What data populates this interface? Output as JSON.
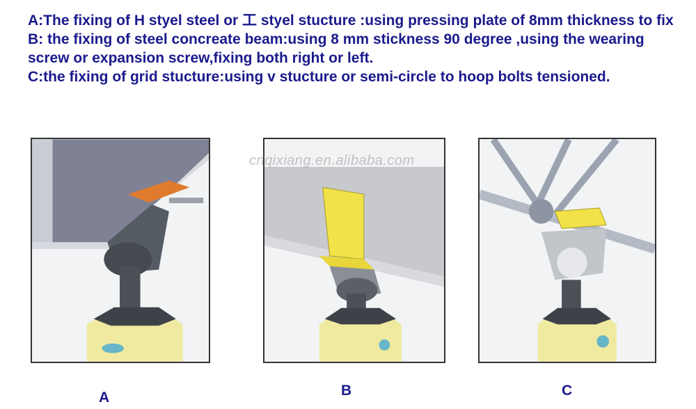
{
  "description_lines": [
    "A:The fixing of H styel steel or 工 styel stucture :using pressing plate of 8mm thickness to fix",
    "B: the fixing of steel concreate beam:using 8 mm stickness 90 degree ,using the wearing screw or expansion screw,fixing both right or left.",
    "C:the fixing of grid stucture:using v stucture or semi-circle to hoop bolts tensioned."
  ],
  "watermark": "cnqixiang.en.alibaba.com",
  "panels": [
    {
      "label": "A"
    },
    {
      "label": "B"
    },
    {
      "label": "C"
    }
  ],
  "colors": {
    "text": "#1a1a8c",
    "plate_orange": "#e07a2e",
    "plate_yellow": "#f2e24a",
    "housing_yellow": "#f0eaa0",
    "bracket_gray": "#555b63"
  }
}
